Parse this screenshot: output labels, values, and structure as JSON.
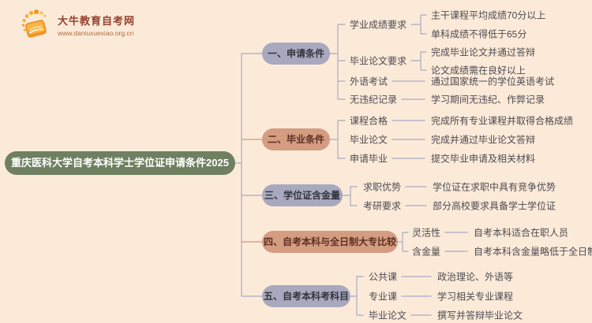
{
  "logo": {
    "title": "大牛教育自考网",
    "url": "www.daniuxuexiao.org.cn"
  },
  "root": {
    "label": "重庆医科大学自考本科学士学位证申请条件2025"
  },
  "branches": [
    {
      "label": "一、申请条件",
      "theme": "purple",
      "children": [
        {
          "label": "学业成绩要求",
          "leaves": [
            "主干课程平均成绩70分以上",
            "单科成绩不得低于65分"
          ]
        },
        {
          "label": "毕业论文要求",
          "leaves": [
            "完成毕业论文并通过答辩",
            "论文成绩需在良好以上"
          ]
        },
        {
          "label": "外语考试",
          "leaves": [
            "通过国家统一的学位英语考试"
          ]
        },
        {
          "label": "无违纪记录",
          "leaves": [
            "学习期间无违纪、作弊记录"
          ]
        }
      ]
    },
    {
      "label": "二、毕业条件",
      "theme": "salmon",
      "children": [
        {
          "label": "课程合格",
          "leaves": [
            "完成所有专业课程并取得合格成绩"
          ]
        },
        {
          "label": "毕业论文",
          "leaves": [
            "完成并通过毕业论文答辩"
          ]
        },
        {
          "label": "申请毕业",
          "leaves": [
            "提交毕业申请及相关材料"
          ]
        }
      ]
    },
    {
      "label": "三、学位证含金量",
      "theme": "purple",
      "children": [
        {
          "label": "求职优势",
          "leaves": [
            "学位证在求职中具有竞争优势"
          ]
        },
        {
          "label": "考研要求",
          "leaves": [
            "部分高校要求具备学士学位证"
          ]
        }
      ]
    },
    {
      "label": "四、自考本科与全日制大专比较",
      "theme": "salmon",
      "children": [
        {
          "label": "灵活性",
          "leaves": [
            "自考本科适合在职人员"
          ]
        },
        {
          "label": "含金量",
          "leaves": [
            "自考本科含金量略低于全日制本科"
          ]
        }
      ]
    },
    {
      "label": "五、自考本科考科目",
      "theme": "purple",
      "children": [
        {
          "label": "公共课",
          "leaves": [
            "政治理论、外语等"
          ]
        },
        {
          "label": "专业课",
          "leaves": [
            "学习相关专业课程"
          ]
        },
        {
          "label": "毕业论文",
          "leaves": [
            "撰写并答辩毕业论文"
          ]
        }
      ]
    }
  ],
  "colors": {
    "background": "#fcead9",
    "root_node": "#6f8061",
    "branch_purple": "#a8a9be",
    "branch_salmon": "#d49c81",
    "line_gray": "#b6b3c8",
    "line_salmon": "#d9a185",
    "logo_orange": "#ef9426",
    "logo_text": "#96402e"
  }
}
